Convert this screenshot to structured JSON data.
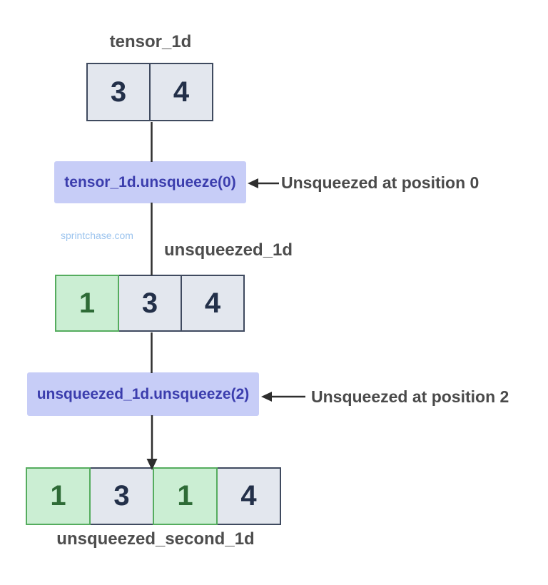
{
  "colors": {
    "cell-gray-bg": "#e3e7ee",
    "cell-gray-border": "#3f4a5f",
    "cell-gray-text": "#233049",
    "cell-green-bg": "#cbeed3",
    "cell-green-border": "#55ac5e",
    "cell-green-text": "#2e6b36",
    "op-bg": "#c7cdf7",
    "op-text": "#3b3dad",
    "label-text": "#4d4d4d",
    "annotation-text": "#4a4a4a",
    "line": "#2e2e2e",
    "watermark-text": "#9cc4ee"
  },
  "watermark": {
    "text": "sprintchase.com"
  },
  "diagram": {
    "tensors": [
      {
        "label": "tensor_1d",
        "label_position": "top",
        "cells": [
          {
            "value": "3",
            "highlight": false
          },
          {
            "value": "4",
            "highlight": false
          }
        ]
      },
      {
        "label": "unsqueezed_1d",
        "label_position": "top",
        "cells": [
          {
            "value": "1",
            "highlight": true
          },
          {
            "value": "3",
            "highlight": false
          },
          {
            "value": "4",
            "highlight": false
          }
        ]
      },
      {
        "label": "unsqueezed_second_1d",
        "label_position": "bottom",
        "cells": [
          {
            "value": "1",
            "highlight": true
          },
          {
            "value": "3",
            "highlight": false
          },
          {
            "value": "1",
            "highlight": true
          },
          {
            "value": "4",
            "highlight": false
          }
        ]
      }
    ],
    "operations": [
      {
        "code": "tensor_1d.unsqueeze(0)",
        "annotation": "Unsqueezed at position 0"
      },
      {
        "code": "unsqueezed_1d.unsqueeze(2)",
        "annotation": "Unsqueezed at position 2"
      }
    ]
  }
}
